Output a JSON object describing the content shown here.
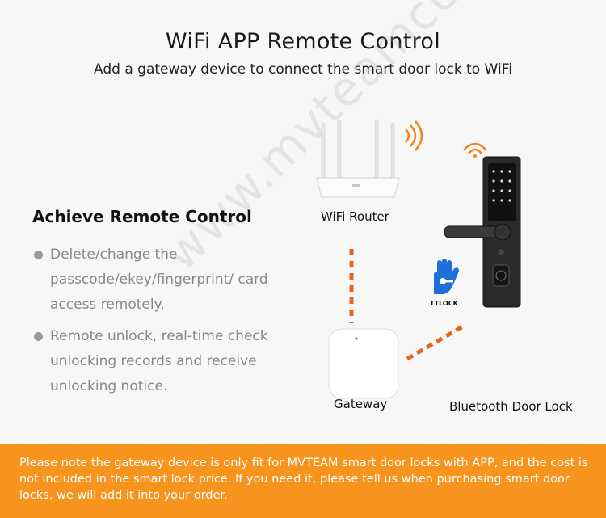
{
  "header": {
    "title": "WiFi APP Remote Control",
    "subtitle": "Add a gateway device to connect the smart door lock to WiFi"
  },
  "features": {
    "heading": "Achieve Remote Control",
    "items": [
      "Delete/change the passcode/ekey/fingerprint/ card access remotely.",
      "Remote unlock, real-time check unlocking records and receive unlocking notice."
    ]
  },
  "diagram": {
    "router_label": "WiFi Router",
    "gateway_label": "Gateway",
    "lock_label": "Bluetooth Door Lock",
    "ttlock_label": "TTLOCK"
  },
  "watermark": "www.mvteamcctv.com",
  "notice": "Please note the gateway device is only fit for MVTEAM smart door locks with APP, and the cost is not included in the smart lock price. If you need it, please tell us when purchasing smart door locks, we will add it into your order.",
  "colors": {
    "accent": "#f7941d",
    "link_dash": "#e8641a",
    "ttlock_blue": "#1e6fd9"
  }
}
